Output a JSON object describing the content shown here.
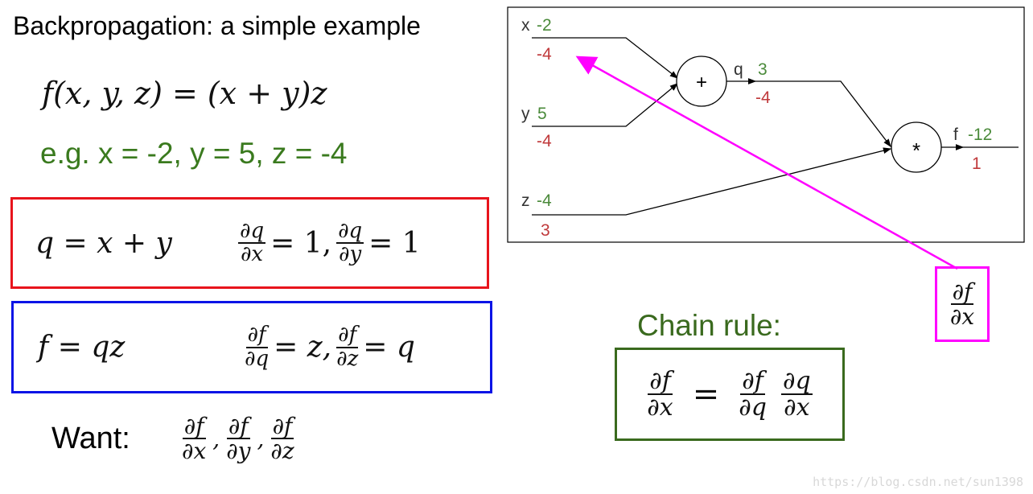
{
  "title": "Backpropagation: a simple example",
  "function_def": "f(x, y, z) = (x + y)z",
  "example": "e.g. x = -2, y = 5, z = -4",
  "q_box": {
    "eq": "q = x + y",
    "d1_num": "∂q",
    "d1_den": "∂x",
    "d1_rhs": "= 1,",
    "d2_num": "∂q",
    "d2_den": "∂y",
    "d2_rhs": "= 1"
  },
  "f_box": {
    "eq": "f = qz",
    "d1_num": "∂f",
    "d1_den": "∂q",
    "d1_rhs": "= z,",
    "d2_num": "∂f",
    "d2_den": "∂z",
    "d2_rhs": "= q"
  },
  "want": {
    "label": "Want:",
    "items": [
      {
        "num": "∂f",
        "den": "∂x"
      },
      {
        "num": "∂f",
        "den": "∂y"
      },
      {
        "num": "∂f",
        "den": "∂z"
      }
    ],
    "sep": ","
  },
  "chain_rule": {
    "label": "Chain rule:",
    "lhs_num": "∂f",
    "lhs_den": "∂x",
    "eq": "=",
    "r1_num": "∂f",
    "r1_den": "∂q",
    "r2_num": "∂q",
    "r2_den": "∂x"
  },
  "callout": {
    "num": "∂f",
    "den": "∂x"
  },
  "graph": {
    "inputs": [
      {
        "name": "x",
        "value": "-2",
        "grad": "-4"
      },
      {
        "name": "y",
        "value": "5",
        "grad": "-4"
      },
      {
        "name": "z",
        "value": "-4",
        "grad": "3"
      }
    ],
    "add_node": "+",
    "mul_node": "*",
    "q": {
      "name": "q",
      "value": "3",
      "grad": "-4"
    },
    "f": {
      "name": "f",
      "value": "-12",
      "grad": "1"
    }
  },
  "colors": {
    "value": "#4a8a3a",
    "grad": "#c0393b",
    "magenta": "#ff00ff",
    "red_box": "#e8141c",
    "blue_box": "#0a14e6",
    "green_box": "#3a6a1e"
  },
  "watermark": "https://blog.csdn.net/sun1398"
}
